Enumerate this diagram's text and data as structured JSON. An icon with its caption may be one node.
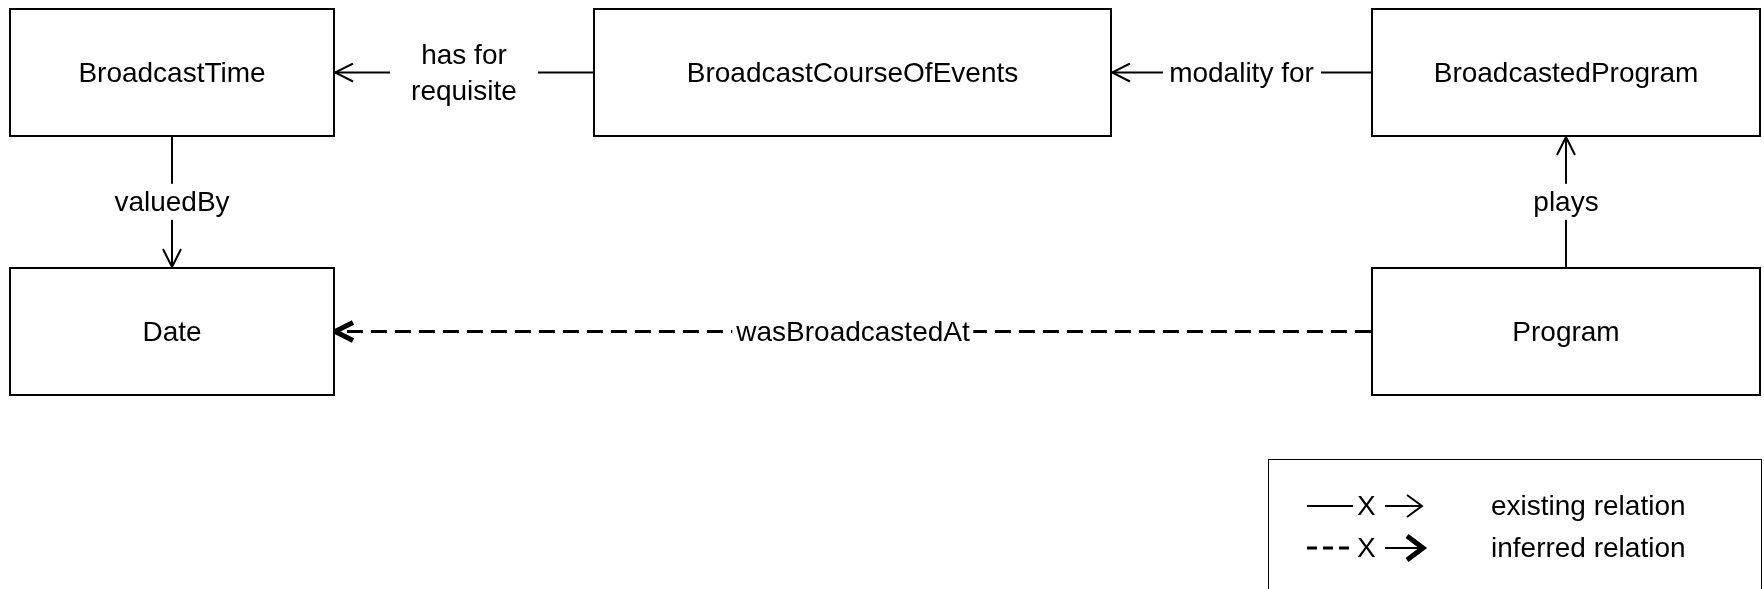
{
  "diagram": {
    "nodes": [
      {
        "text": [
          "BroadcastTime"
        ]
      },
      {
        "text": [
          "BroadcastCourseOfEvents"
        ]
      },
      {
        "text": [
          "BroadcastedProgram"
        ]
      },
      {
        "text": [
          "Date"
        ]
      },
      {
        "text": [
          "Program"
        ]
      }
    ],
    "edges": [
      {
        "from": 1,
        "to": 0,
        "arrow": "to",
        "label": "has for requisite"
      },
      {
        "from": 2,
        "to": 1,
        "arrow": "to",
        "label": "modality for"
      },
      {
        "from": 0,
        "to": 3,
        "arrow": "to",
        "label": "valuedBy"
      },
      {
        "from": 4,
        "to": 2,
        "arrow": "to",
        "label": "plays"
      },
      {
        "from": 4,
        "to": 3,
        "arrow": "to",
        "label": "wasBroadcastedAt",
        "style": "dashed"
      }
    ],
    "labels": [
      "X",
      "X"
    ],
    "legend": [
      {
        "text": "existing relation"
      },
      {
        "text": "inferred relation"
      }
    ]
  }
}
